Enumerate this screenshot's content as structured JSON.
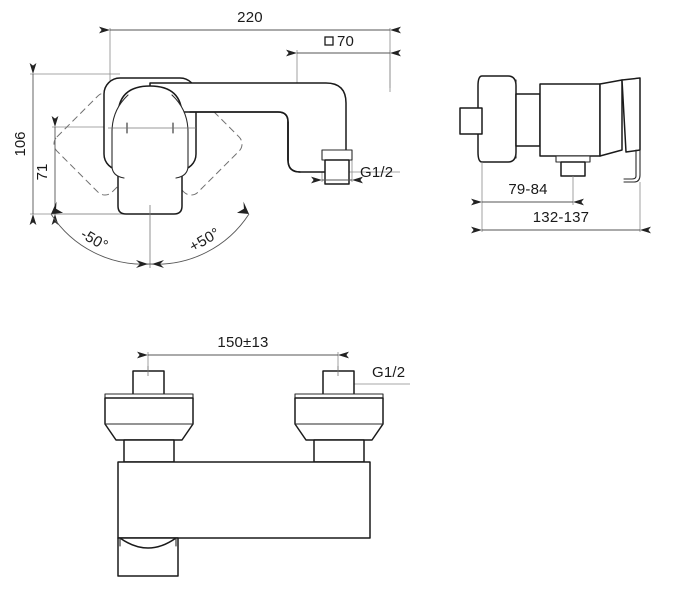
{
  "document": {
    "type": "engineering-drawing",
    "subject": "Wall-mounted single-lever shower mixer tap",
    "units": "mm",
    "background_color": "#ffffff",
    "line_color": "#1a1a1a",
    "dimension_color": "#555555"
  },
  "views": {
    "front": {
      "name": "front-elevation",
      "dimensions": {
        "overall_length": "220",
        "spout_projection": "□70",
        "overall_height": "106",
        "handle_height": "71",
        "outlet_thread": "G1/2",
        "rotation_left": "-50°",
        "rotation_right": "+50°"
      }
    },
    "side": {
      "name": "side-elevation",
      "dimensions": {
        "body_depth": "79-84",
        "total_depth": "132-137"
      }
    },
    "bottom": {
      "name": "bottom-plan-view",
      "dimensions": {
        "inlet_centres": "150±13",
        "inlet_thread": "G1/2"
      }
    }
  },
  "labels": {
    "d220": "220",
    "d70": "70",
    "square_symbol": "□",
    "d106": "106",
    "d71": "71",
    "g12_front": "G1/2",
    "angle_minus": "-50°",
    "angle_plus": "+50°",
    "d79_84": "79-84",
    "d132_137": "132-137",
    "d150": "150±13",
    "g12_bottom": "G1/2"
  }
}
